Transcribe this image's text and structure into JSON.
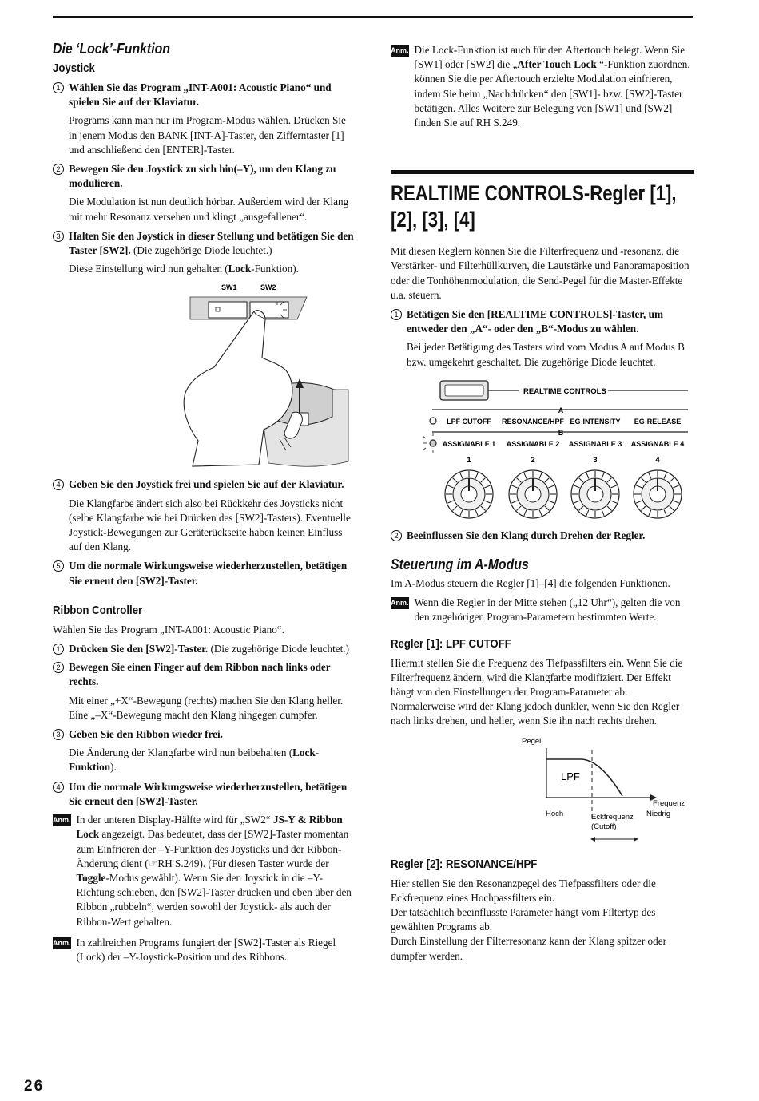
{
  "page_number": "26",
  "left": {
    "lock_title": "Die ‘Lock’-Funktion",
    "joystick_title": "Joystick",
    "j_step1_num": "1",
    "j_step1": "Wählen Sie das Program „INT-A001: Acoustic Piano“ und spielen Sie auf der Klaviatur.",
    "j_step1_body": "Programs kann man nur im Program-Modus wählen. Drücken Sie in jenem Modus den BANK [INT-A]-Taster, den Zifferntaster [1] und anschließend den [ENTER]-Taster.",
    "j_step2_num": "2",
    "j_step2": "Bewegen Sie den Joystick zu sich hin(–Y), um den Klang zu modulieren.",
    "j_step2_body": "Die Modulation ist nun deutlich hörbar. Außerdem wird der Klang mit mehr Resonanz versehen und klingt „ausgefallener“.",
    "j_step3_num": "3",
    "j_step3_bold": "Halten Sie den Joystick in dieser Stellung und betätigen Sie den Taster [SW2].",
    "j_step3_rest": " (Die zugehörige Diode leuchtet.)",
    "j_step3_body_a": "Diese Einstellung wird nun gehalten (",
    "j_step3_body_b": "Lock",
    "j_step3_body_c": "-Funktion).",
    "fig_sw1": "SW1",
    "fig_sw2": "SW2",
    "j_step4_num": "4",
    "j_step4": "Geben Sie den Joystick frei und spielen Sie auf der Klaviatur.",
    "j_step4_body": "Die Klangfarbe ändert sich also bei Rückkehr des Joysticks nicht (selbe Klangfarbe wie bei Drücken des [SW2]-Tasters). Eventuelle Joystick-Bewegungen zur Geräterückseite haben keinen Einfluss auf den Klang.",
    "j_step5_num": "5",
    "j_step5": "Um die normale Wirkungsweise wiederherzustellen, betätigen Sie erneut den [SW2]-Taster.",
    "ribbon_title": "Ribbon Controller",
    "ribbon_intro": "Wählen Sie das Program „INT-A001: Acoustic Piano“.",
    "r_step1_num": "1",
    "r_step1_bold": "Drücken Sie den [SW2]-Taster.",
    "r_step1_rest": " (Die zugehörige Diode leuchtet.)",
    "r_step2_num": "2",
    "r_step2": "Bewegen Sie einen Finger auf dem Ribbon nach links oder rechts.",
    "r_step2_body": "Mit einer „+X“-Bewegung (rechts) machen Sie den Klang heller. Eine „–X“-Bewegung macht den Klang hingegen dumpfer.",
    "r_step3_num": "3",
    "r_step3": "Geben Sie den Ribbon wieder frei.",
    "r_step3_body_a": "Die Änderung der Klangfarbe wird nun beibehalten (",
    "r_step3_body_b": "Lock-Funktion",
    "r_step3_body_c": ").",
    "r_step4_num": "4",
    "r_step4": "Um die normale Wirkungsweise wiederherzustellen, betätigen Sie erneut den [SW2]-Taster.",
    "anm_label": "Anm.",
    "note1_a": "In der unteren Display-Hälfte wird für „SW2“ ",
    "note1_b": "JS-Y & Ribbon Lock",
    "note1_c": " angezeigt. Das bedeutet, dass der [SW2]-Taster momentan zum Einfrieren der –Y-Funktion des Joysticks und der Ribbon-Änderung dient (☞RH S.249). (Für diesen Taster wurde der ",
    "note1_d": "Toggle",
    "note1_e": "-Modus gewählt). Wenn Sie den Joystick in die –Y-Richtung schieben, den [SW2]-Taster drücken und eben über den Ribbon „rubbeln“, werden sowohl der Joystick- als auch der Ribbon-Wert gehalten.",
    "note2": "In zahlreichen Programs fungiert der [SW2]-Taster als Riegel (Lock) der –Y-Joystick-Position und des Ribbons."
  },
  "right": {
    "anm_label": "Anm.",
    "note_top_a": "Die Lock-Funktion ist auch für den Aftertouch belegt. Wenn Sie [SW1] oder [SW2] die „",
    "note_top_b": "After Touch Lock",
    "note_top_c": " “-Funktion zuordnen, können Sie die per Aftertouch erzielte Modulation einfrieren, indem Sie beim „Nachdrücken“ den [SW1]- bzw. [SW2]-Taster betätigen. Alles Weitere zur Belegung von [SW1] und [SW2] finden Sie auf RH S.249.",
    "realtime_title": "REALTIME CONTROLS-Regler [1], [2], [3], [4]",
    "realtime_intro": "Mit diesen Reglern können Sie die Filterfrequenz und -resonanz, die Verstärker- und Filterhüllkurven, die Lautstärke und Panoramaposition oder die Tonhöhenmodulation, die Send-Pegel für die Master-Effekte u.a. steuern.",
    "rt_step1_num": "1",
    "rt_step1": "Betätigen Sie den [REALTIME CONTROLS]-Taster, um entweder den „A“- oder den „B“-Modus zu wählen.",
    "rt_step1_body": "Bei jeder Betätigung des Tasters wird vom Modus A auf Modus B bzw. umgekehrt geschaltet. Die zugehörige Diode leuchtet.",
    "panel": {
      "title": "REALTIME CONTROLS",
      "row_a_label": "A",
      "row_b_label": "B",
      "a_labels": [
        "LPF CUTOFF",
        "RESONANCE/HPF",
        "EG-INTENSITY",
        "EG-RELEASE"
      ],
      "b_labels": [
        "ASSIGNABLE 1",
        "ASSIGNABLE 2",
        "ASSIGNABLE 3",
        "ASSIGNABLE 4"
      ],
      "knob_numbers": [
        "1",
        "2",
        "3",
        "4"
      ]
    },
    "rt_step2_num": "2",
    "rt_step2": "Beeinflussen Sie den Klang durch Drehen der Regler.",
    "amode_title": "Steuerung im A-Modus",
    "amode_intro": "Im A-Modus steuern die Regler [1]–[4] die folgenden Funktionen.",
    "amode_note": "Wenn die Regler in der Mitte stehen („12 Uhr“), gelten die von den zugehörigen Program-Parametern bestimmten Werte.",
    "regler1_title": "Regler [1]: LPF CUTOFF",
    "regler1_body": "Hiermit stellen Sie die Frequenz des Tiefpassfilters ein. Wenn Sie die Filterfrequenz ändern, wird die Klangfarbe modifiziert. Der Effekt hängt von den Einstellungen der Program-Parameter ab. Normalerweise wird der Klang jedoch dunkler, wenn Sie den Regler nach links drehen, und heller, wenn Sie ihn nach rechts drehen.",
    "lpf_chart": {
      "pegel": "Pegel",
      "lpf": "LPF",
      "frequenz": "Frequenz",
      "hoch": "Hoch",
      "eck1": "Eckfrequenz",
      "eck2": "(Cutoff)",
      "niedrig": "Niedrig"
    },
    "regler2_title": "Regler [2]: RESONANCE/HPF",
    "regler2_body1": "Hier stellen Sie den Resonanzpegel des Tiefpassfilters oder die Eckfrequenz eines Hochpassfilters ein.",
    "regler2_body2": "Der tatsächlich beeinflusste Parameter hängt vom Filtertyp des gewählten Programs ab.",
    "regler2_body3": "Durch Einstellung der Filterresonanz kann der Klang spitzer oder dumpfer werden."
  }
}
